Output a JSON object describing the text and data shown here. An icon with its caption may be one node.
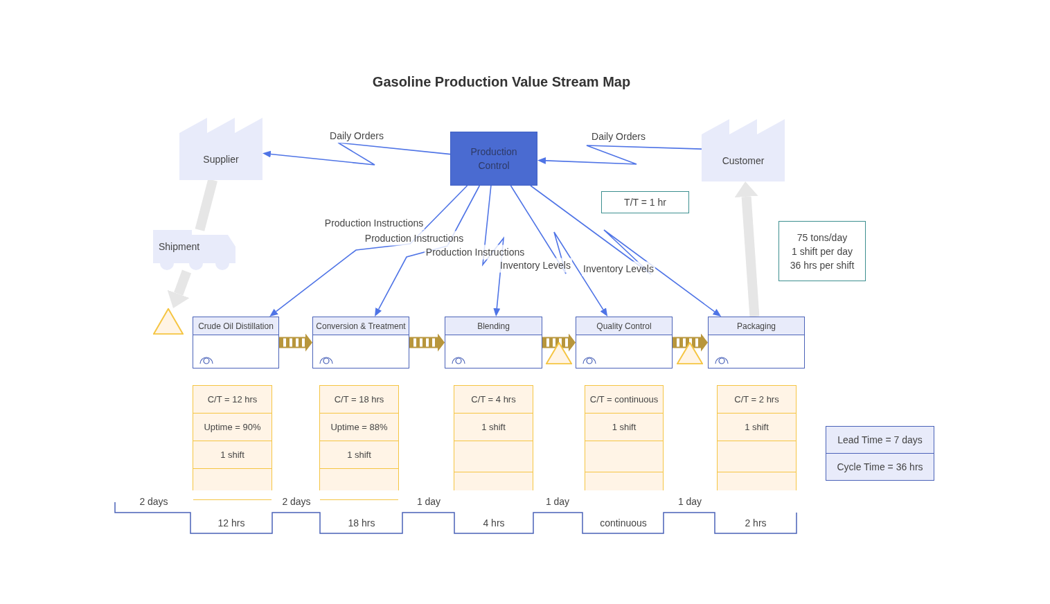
{
  "diagram": {
    "title": "Gasoline Production Value Stream Map",
    "nodes": [
      {
        "text": [
          "Supplier"
        ]
      },
      {
        "text": [
          "Production Control"
        ]
      },
      {
        "text": [
          "Customer"
        ]
      },
      {
        "text": [
          "Shipment"
        ]
      },
      {
        "text": [
          "T/T = 1 hr"
        ]
      },
      {
        "text": [
          "75 tons/day",
          "1 shift per day",
          "36 hrs per shift"
        ]
      },
      {
        "text": [],
        "shape": "triangle"
      },
      {
        "text": [
          "Crude Oil Distillation"
        ]
      },
      {
        "text": [
          "Conversion & Treatment"
        ]
      },
      {
        "text": [
          "Blending"
        ]
      },
      {
        "text": [
          "Quality Control"
        ]
      },
      {
        "text": [
          "Packaging"
        ]
      },
      {
        "text": [],
        "shape": "triangle"
      },
      {
        "text": [],
        "shape": "triangle"
      },
      {
        "text": [
          "C/T = 12 hrs",
          "Uptime = 90%",
          "1 shift"
        ]
      },
      {
        "text": [
          "C/T = 18 hrs",
          "Uptime = 88%",
          "1 shift"
        ]
      },
      {
        "text": [
          "C/T = 4 hrs",
          "1 shift"
        ]
      },
      {
        "text": [
          "C/T = continuous",
          "1 shift"
        ]
      },
      {
        "text": [
          "C/T = 2 hrs",
          "1 shift"
        ]
      },
      {
        "text": [
          "Lead Time = 7 days",
          "Cycle Time = 36 hrs"
        ]
      }
    ],
    "edges": [
      {
        "from": 1,
        "to": 0,
        "arrow": "to",
        "label": "Daily Orders"
      },
      {
        "from": 2,
        "to": 1,
        "arrow": "to",
        "label": "Daily Orders"
      },
      {
        "from": 0,
        "to": 3,
        "arrow": "none",
        "style": "thick",
        "color": "#e6e6e6"
      },
      {
        "from": 3,
        "to": 6,
        "arrow": "to",
        "style": "thick",
        "color": "#e6e6e6"
      },
      {
        "from": 1,
        "to": 7,
        "arrow": "to",
        "label": "Production Instructions"
      },
      {
        "from": 1,
        "to": 8,
        "arrow": "to",
        "label": "Production Instructions"
      },
      {
        "from": 1,
        "to": 9,
        "arrow": "to",
        "label": "Production Instructions"
      },
      {
        "from": 1,
        "to": 10,
        "arrow": "to",
        "label": "Inventory Levels"
      },
      {
        "from": 1,
        "to": 11,
        "arrow": "to",
        "label": "Inventory Levels"
      },
      {
        "from": 11,
        "to": 2,
        "arrow": "to",
        "style": "thick",
        "color": "#e6e6e6"
      },
      {
        "from": 7,
        "to": 8,
        "arrow": "to",
        "style": "thick",
        "color": "#b8963c"
      },
      {
        "from": 8,
        "to": 9,
        "arrow": "to",
        "style": "thick",
        "color": "#b8963c"
      },
      {
        "from": 9,
        "to": 10,
        "arrow": "to",
        "style": "thick",
        "color": "#b8963c"
      },
      {
        "from": 10,
        "to": 11,
        "arrow": "to",
        "style": "thick",
        "color": "#b8963c"
      }
    ],
    "labels": [
      "2 days",
      "12 hrs",
      "2 days",
      "18 hrs",
      "1 day",
      "4 hrs",
      "1 day",
      "continuous",
      "1 day",
      "2 hrs"
    ]
  }
}
